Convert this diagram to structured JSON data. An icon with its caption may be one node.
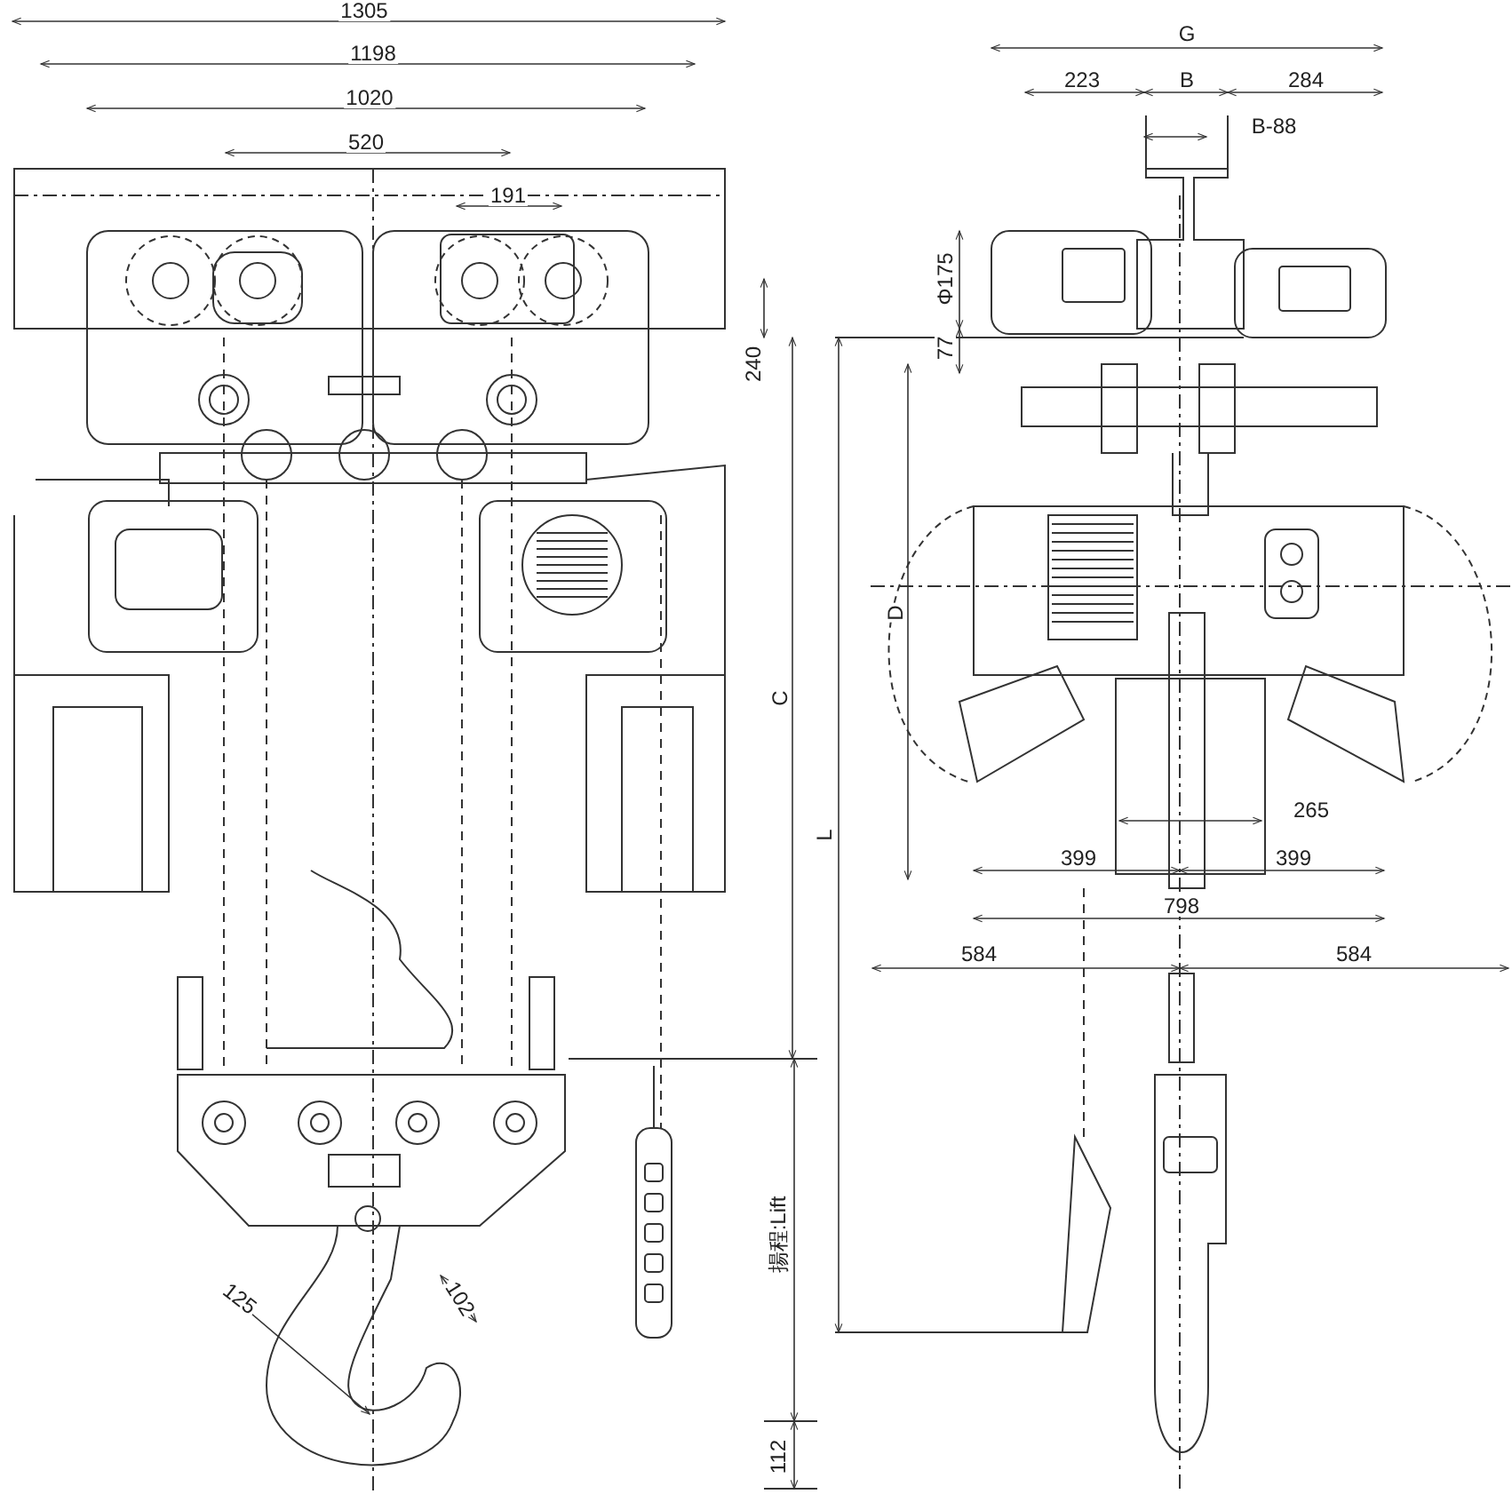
{
  "diagram": {
    "labels": [
      "1305",
      "G",
      "1198",
      "223",
      "B",
      "284",
      "1020",
      "B-88",
      "520",
      "191",
      "Φ175",
      "240",
      "77",
      "D",
      "C",
      "L",
      "265",
      "399",
      "399",
      "798",
      "584",
      "584",
      "揚程:Lift",
      "125",
      "102",
      "112"
    ]
  }
}
